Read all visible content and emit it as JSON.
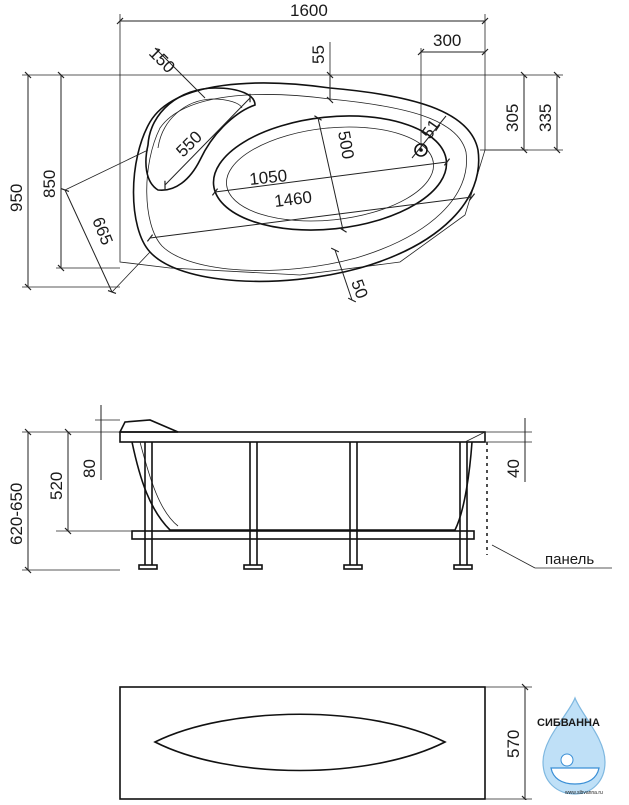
{
  "top_view": {
    "dims": {
      "total_length": "1600",
      "right_offset": "300",
      "headrest_offset": "55",
      "headrest_radius": "150",
      "headrest_width": "550",
      "inner_length": "1050",
      "outer_length": "1460",
      "inner_width": "500",
      "drain": "51",
      "right_305": "305",
      "right_335": "335",
      "total_width": "950",
      "width_850": "850",
      "diag_665": "665",
      "rim": "50"
    }
  },
  "side_view": {
    "dims": {
      "height_range": "620-650",
      "depth": "520",
      "rim_height": "80",
      "rim_40": "40"
    },
    "panel_label": "панель"
  },
  "panel_view": {
    "dims": {
      "panel_height": "570"
    }
  },
  "logo": {
    "brand": "СИБВАННА",
    "url": "www.sibvanna.ru",
    "colors": {
      "brand": "#3a8fd6",
      "drop": "#bfe0f7"
    }
  }
}
